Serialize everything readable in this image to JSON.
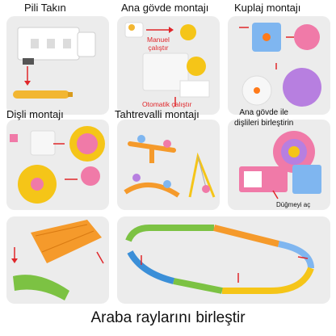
{
  "panels": {
    "battery": {
      "title": "Pili Takın"
    },
    "body": {
      "title": "Ana gövde montajı",
      "manual_label_line1": "Manuel",
      "manual_label_line2": "çalıştır",
      "auto_label": "Otomatik çalıştır"
    },
    "clutch": {
      "title": "Kuplaj montajı"
    },
    "gear": {
      "title": "Dişli montajı"
    },
    "seesaw": {
      "title": "Tahtrevalli montajı"
    },
    "combine": {
      "title_line1": "Ana gövde ile",
      "title_line2": "dişlileri birleştirin",
      "switch_label": "Düğmeyi aç"
    },
    "rails_left": {},
    "rails_right": {}
  },
  "caption": "Araba raylarını birleştir",
  "colors": {
    "panel_bg": "#ececec",
    "arrow_red": "#e0262a",
    "gear_purple": "#b77fe0",
    "gear_blue": "#7fb6f0",
    "gear_yellow": "#f5c518",
    "gear_pink": "#f07aa8",
    "rail_orange": "#f59a2b",
    "rail_green": "#7cc243",
    "rail_blue": "#3b8fd8"
  }
}
